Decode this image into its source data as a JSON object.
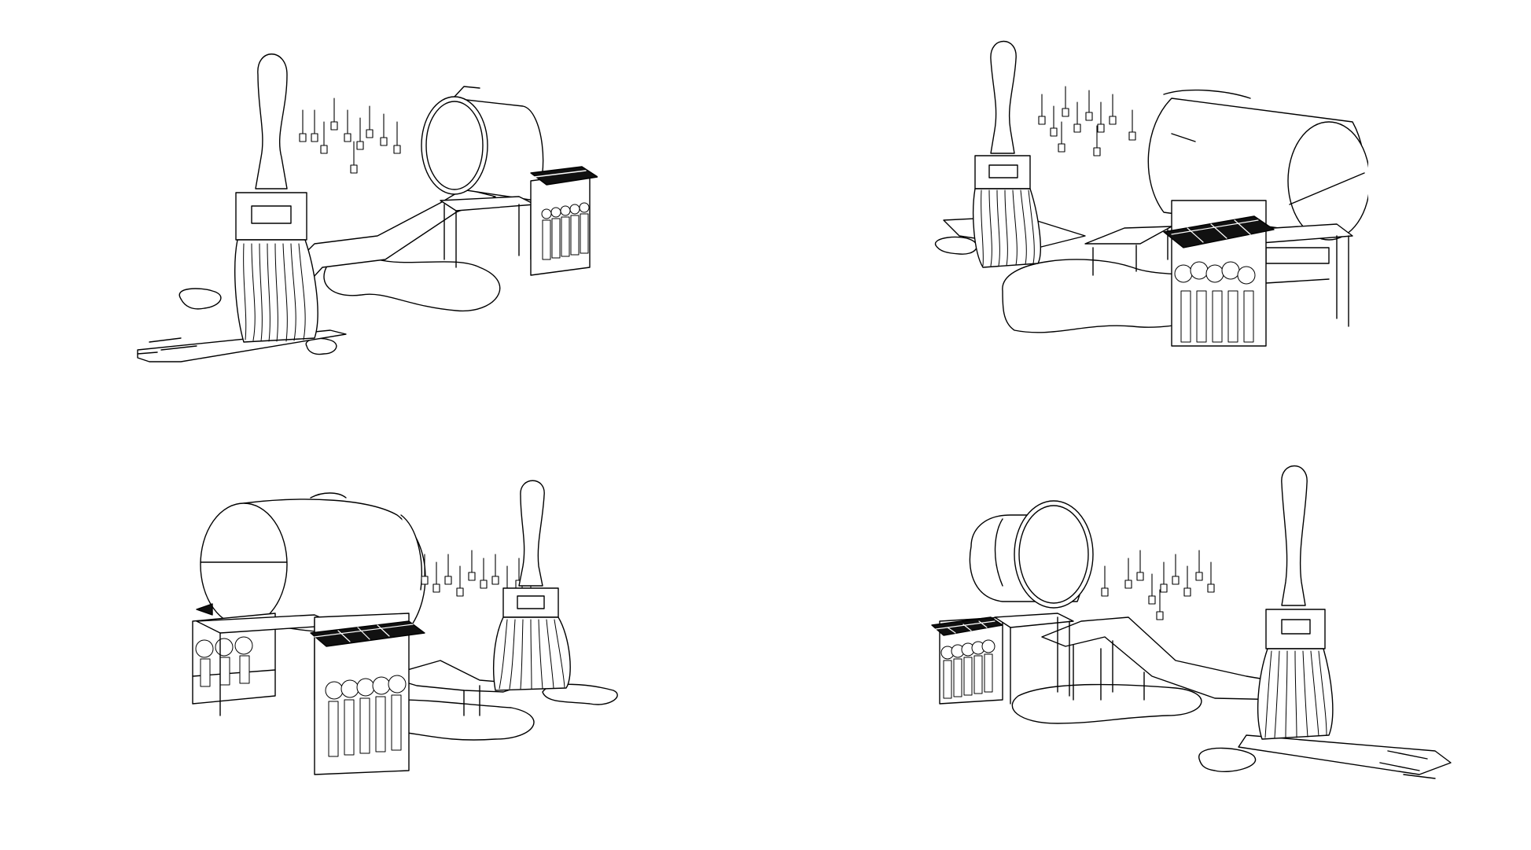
{
  "views": [
    {
      "id": "view-1",
      "caption": ""
    },
    {
      "id": "view-2",
      "caption": ""
    },
    {
      "id": "view-3",
      "caption": ""
    },
    {
      "id": "view-4",
      "caption": ""
    }
  ]
}
